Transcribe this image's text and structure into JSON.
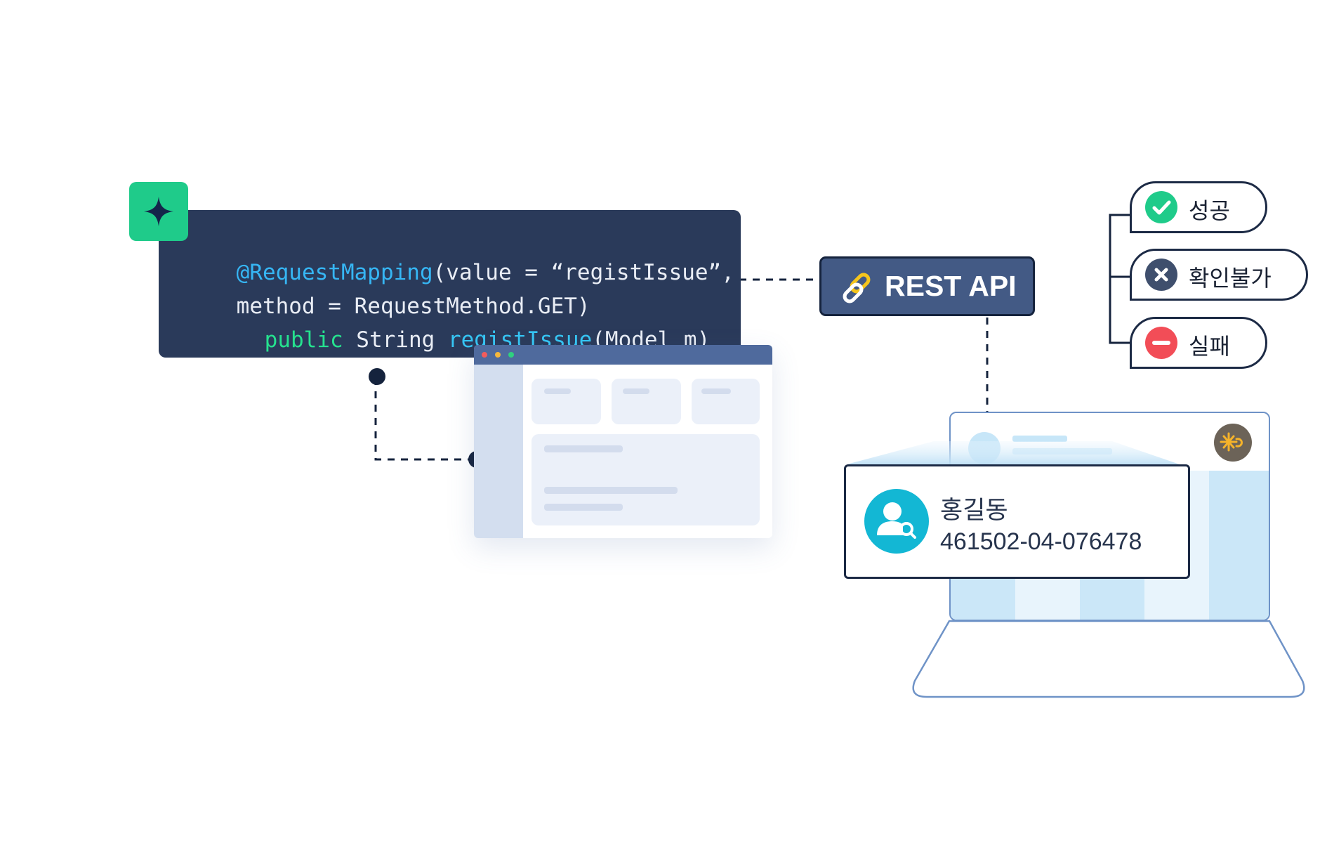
{
  "code": {
    "line1": {
      "annotation": "@RequestMapping",
      "rest": "(value = “registIssue”,"
    },
    "line2": {
      "text": "method = RequestMethod.GET)"
    },
    "line3": {
      "keyword": "public",
      "type": " String ",
      "method": "registIssue",
      "params": "(Model m)"
    }
  },
  "api_badge": {
    "label": "REST API",
    "icon": "link-icon"
  },
  "statuses": [
    {
      "label": "성공",
      "icon": "check-icon",
      "color": "#1fcb8a"
    },
    {
      "label": "확인불가",
      "icon": "close-icon",
      "color": "#3f4f6d"
    },
    {
      "label": "실패",
      "icon": "minus-icon",
      "color": "#f24d57"
    }
  ],
  "profile": {
    "name": "홍길동",
    "account": "461502-04-076478",
    "icon": "user-search-icon"
  },
  "colors": {
    "accent_green": "#1fcb8a",
    "navy": "#2a3a5a",
    "badge_blue": "#435a85",
    "cyan": "#13b7d4"
  }
}
